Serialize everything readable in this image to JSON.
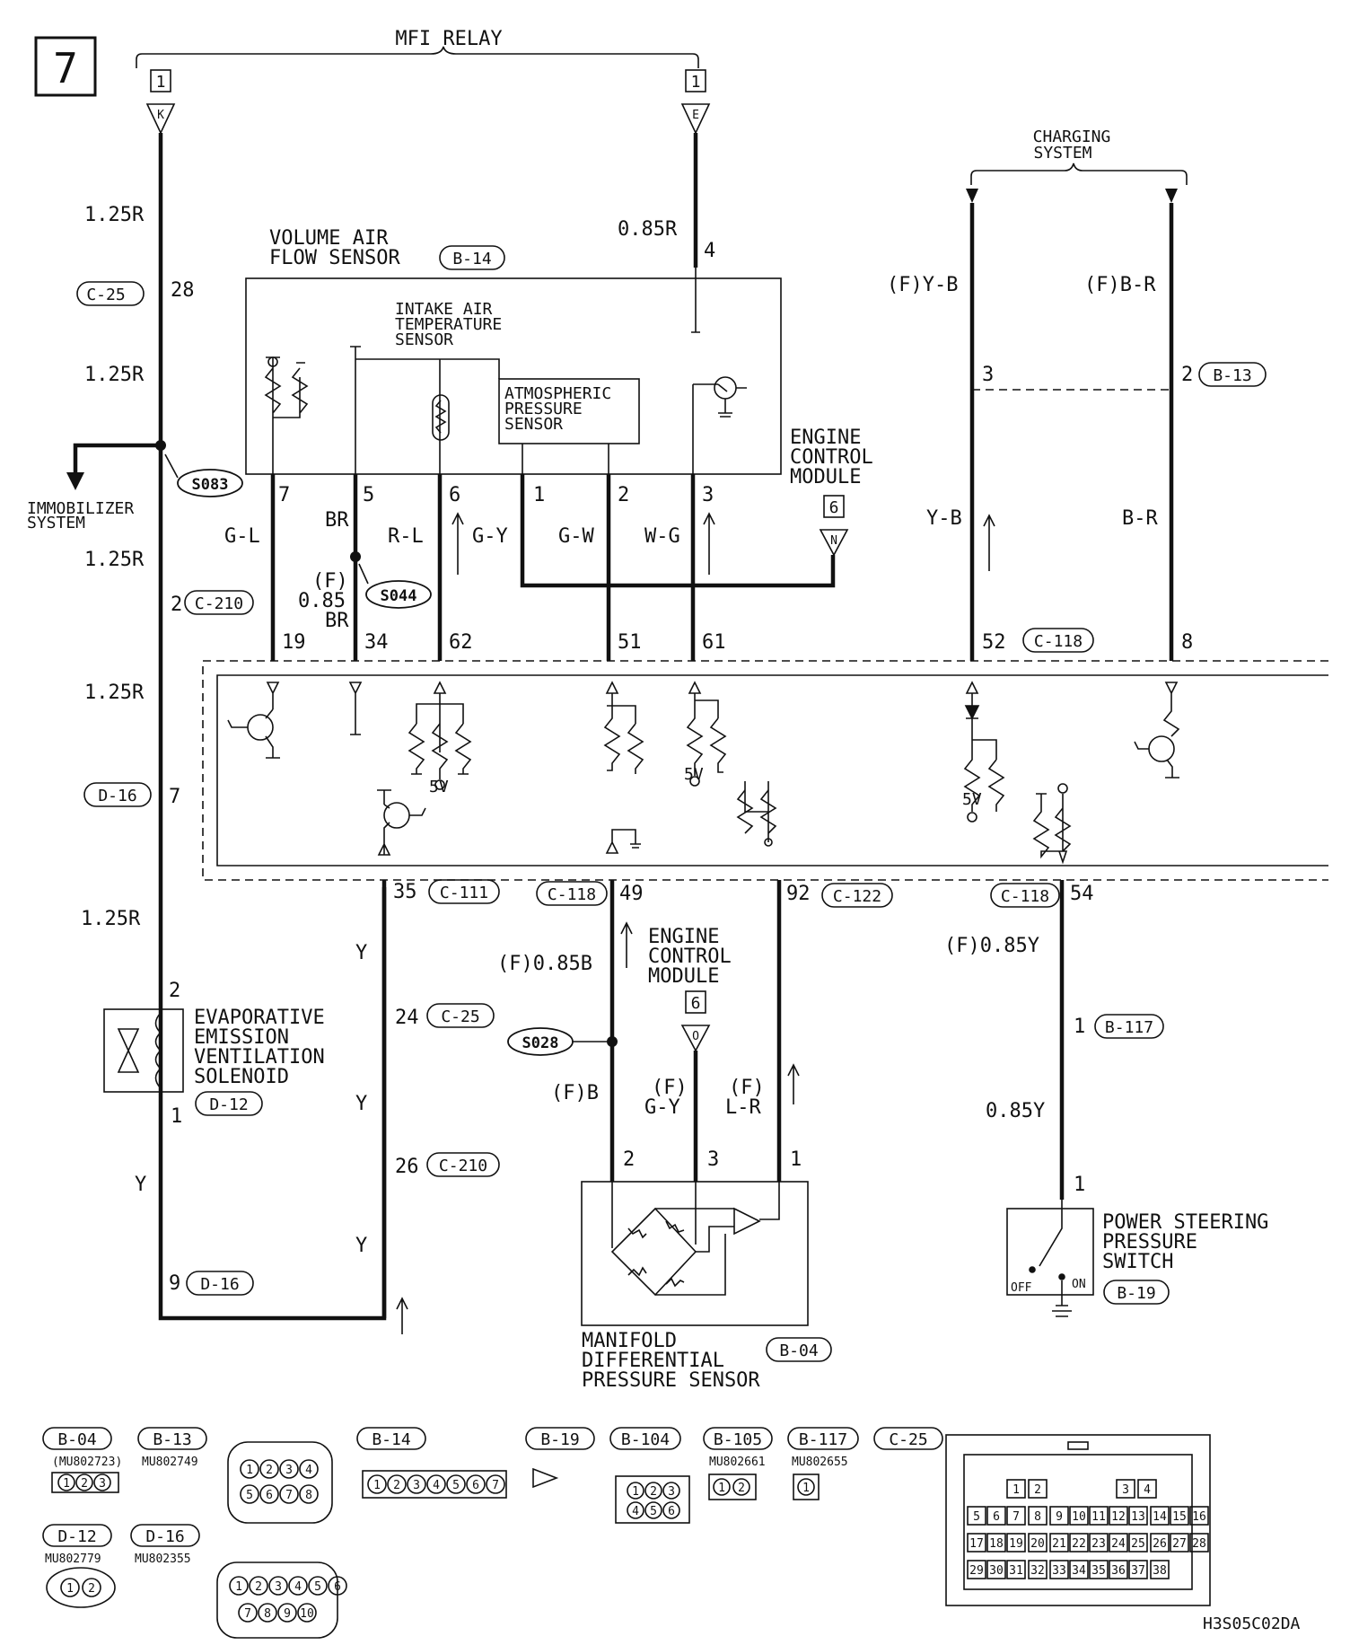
{
  "page_number": "7",
  "drawing_code": "H3S05C02DA",
  "headers": {
    "mfi_relay": "MFI RELAY",
    "charging_system": [
      "CHARGING",
      "SYSTEM"
    ],
    "immobilizer_system": [
      "IMMOBILIZER",
      "SYSTEM"
    ]
  },
  "components": {
    "vaf_sensor": {
      "name": [
        "VOLUME AIR",
        "FLOW SENSOR"
      ],
      "connector": "B-14"
    },
    "iat_sensor": [
      "INTAKE AIR",
      "TEMPERATURE",
      "SENSOR"
    ],
    "atm_sensor": [
      "ATMOSPHERIC",
      "PRESSURE",
      "SENSOR"
    ],
    "ecm_1": {
      "name": [
        "ENGINE",
        "CONTROL",
        "MODULE"
      ],
      "ref": "6",
      "term": "N"
    },
    "ecm_2": {
      "name": [
        "ENGINE",
        "CONTROL",
        "MODULE"
      ],
      "ref": "6",
      "term": "O"
    },
    "evap_solenoid": {
      "name": [
        "EVAPORATIVE",
        "EMISSION",
        "VENTILATION",
        "SOLENOID"
      ],
      "connector": "D-12"
    },
    "mdp_sensor": {
      "name": [
        "MANIFOLD",
        "DIFFERENTIAL",
        "PRESSURE SENSOR"
      ],
      "connector": "B-04"
    },
    "ps_switch": {
      "name": [
        "POWER STEERING",
        "PRESSURE",
        "SWITCH"
      ],
      "connector": "B-19",
      "off": "OFF",
      "on": "ON"
    }
  },
  "relay_terms": {
    "ref": "1",
    "k": "K",
    "e": "E"
  },
  "splices": [
    "S083",
    "S044",
    "S028"
  ],
  "wire_labels": {
    "r125": "1.25R",
    "r085": "0.85R",
    "gl": "G-L",
    "br": "BR",
    "f": "(F)",
    "br085": "0.85",
    "rl": "R-L",
    "gy": "G-Y",
    "gw": "G-W",
    "wg": "W-G",
    "fyb": "(F)Y-B",
    "fbr": "(F)B-R",
    "yb": "Y-B",
    "brr": "B-R",
    "y": "Y",
    "f085b": "(F)0.85B",
    "fb": "(F)B",
    "gy2": "G-Y",
    "lr": "L-R",
    "f085y": "(F)0.85Y",
    "y085": "0.85Y"
  },
  "pins": {
    "p4": "4",
    "p28": "28",
    "p7": "7",
    "p5": "5",
    "p6": "6",
    "p1": "1",
    "p2": "2",
    "p3": "3",
    "p19": "19",
    "p34": "34",
    "p62": "62",
    "p51": "51",
    "p61": "61",
    "p52": "52",
    "p8": "8",
    "p35": "35",
    "p49": "49",
    "p92": "92",
    "p54": "54",
    "p24": "24",
    "p26": "26",
    "p9": "9"
  },
  "connectors": {
    "c25": "C-25",
    "c210": "C-210",
    "d16": "D-16",
    "c118": "C-118",
    "b13": "B-13",
    "c111": "C-111",
    "c122": "C-122",
    "b117": "B-117",
    "d12": "D-12",
    "b04": "B-04",
    "b19": "B-19"
  },
  "ecu_voltage": "5V",
  "legend": {
    "items": [
      {
        "id": "B-04",
        "part": "(MU802723)",
        "pins": [
          "1",
          "2",
          "3"
        ]
      },
      {
        "id": "B-13",
        "part": "MU802749",
        "pins": [
          "1",
          "2",
          "3",
          "4",
          "5",
          "6",
          "7",
          "8"
        ]
      },
      {
        "id": "B-14",
        "part": "",
        "pins": [
          "1",
          "2",
          "3",
          "4",
          "5",
          "6",
          "7"
        ]
      },
      {
        "id": "B-19",
        "part": "",
        "pins": []
      },
      {
        "id": "B-104",
        "part": "",
        "pins": [
          "1",
          "2",
          "3",
          "4",
          "5",
          "6"
        ]
      },
      {
        "id": "B-105",
        "part": "MU802661",
        "pins": [
          "1",
          "2"
        ]
      },
      {
        "id": "B-117",
        "part": "MU802655",
        "pins": [
          "1"
        ]
      },
      {
        "id": "C-25",
        "part": "",
        "pins": []
      },
      {
        "id": "D-12",
        "part": "MU802779",
        "pins": [
          "1",
          "2"
        ]
      },
      {
        "id": "D-16",
        "part": "MU802355",
        "pins": [
          "1",
          "2",
          "3",
          "4",
          "5",
          "6",
          "7",
          "8",
          "9",
          "10"
        ]
      }
    ],
    "c25_pins": [
      "1",
      "2",
      "3",
      "4",
      "5",
      "6",
      "7",
      "8",
      "9",
      "10",
      "11",
      "12",
      "13",
      "14",
      "15",
      "16",
      "17",
      "18",
      "19",
      "20",
      "21",
      "22",
      "23",
      "24",
      "25",
      "26",
      "27",
      "28",
      "29",
      "30",
      "31",
      "32",
      "33",
      "34",
      "35",
      "36",
      "37",
      "38"
    ]
  }
}
